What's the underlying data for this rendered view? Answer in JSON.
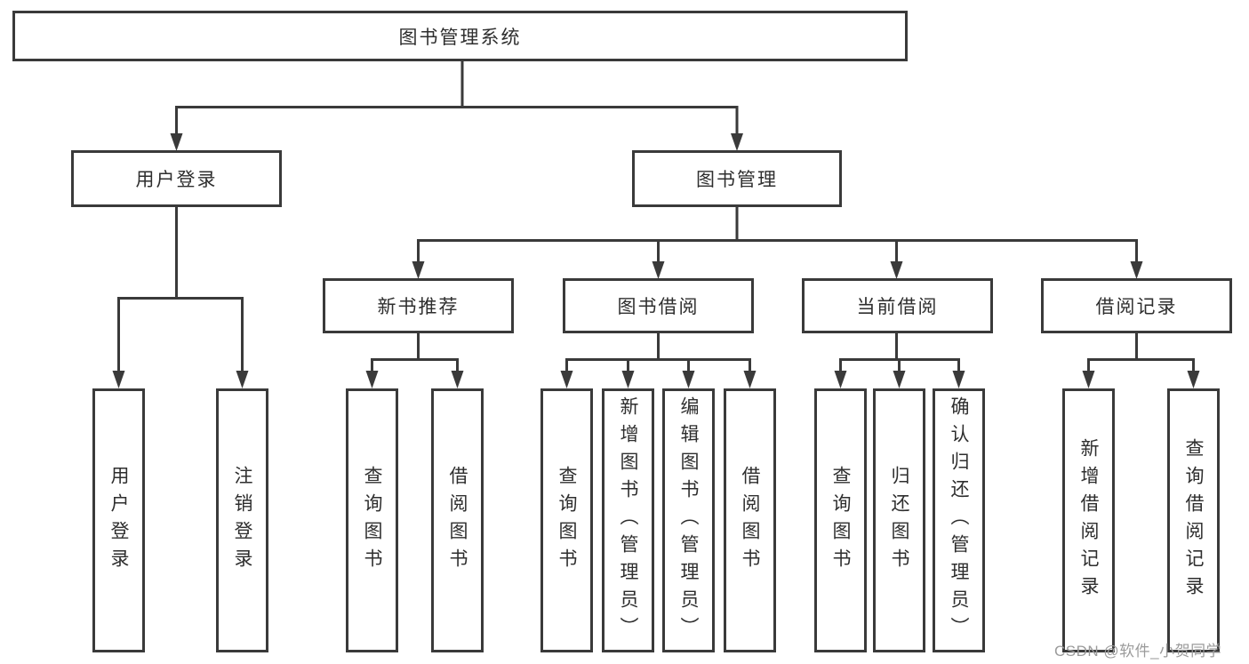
{
  "colors": {
    "background": "#ffffff",
    "line": "#3a3a3a",
    "box_border": "#3a3a3a",
    "box_fill": "#ffffff",
    "text": "#2e2e2e",
    "watermark": "#9b9b9b"
  },
  "watermark": "CSDN @软件_小贺同学",
  "tree": {
    "label": "图书管理系统",
    "children": [
      {
        "label": "用户登录",
        "children": [
          {
            "label": "用户登录"
          },
          {
            "label": "注销登录"
          }
        ]
      },
      {
        "label": "图书管理",
        "children": [
          {
            "label": "新书推荐",
            "children": [
              {
                "label": "查询图书"
              },
              {
                "label": "借阅图书"
              }
            ]
          },
          {
            "label": "图书借阅",
            "children": [
              {
                "label": "查询图书"
              },
              {
                "label": "新增图书（管理员）"
              },
              {
                "label": "编辑图书（管理员）"
              },
              {
                "label": "借阅图书"
              }
            ]
          },
          {
            "label": "当前借阅",
            "children": [
              {
                "label": "查询图书"
              },
              {
                "label": "归还图书"
              },
              {
                "label": "确认归还（管理员）"
              }
            ]
          },
          {
            "label": "借阅记录",
            "children": [
              {
                "label": "新增借阅记录"
              },
              {
                "label": "查询借阅记录"
              }
            ]
          }
        ]
      }
    ]
  }
}
